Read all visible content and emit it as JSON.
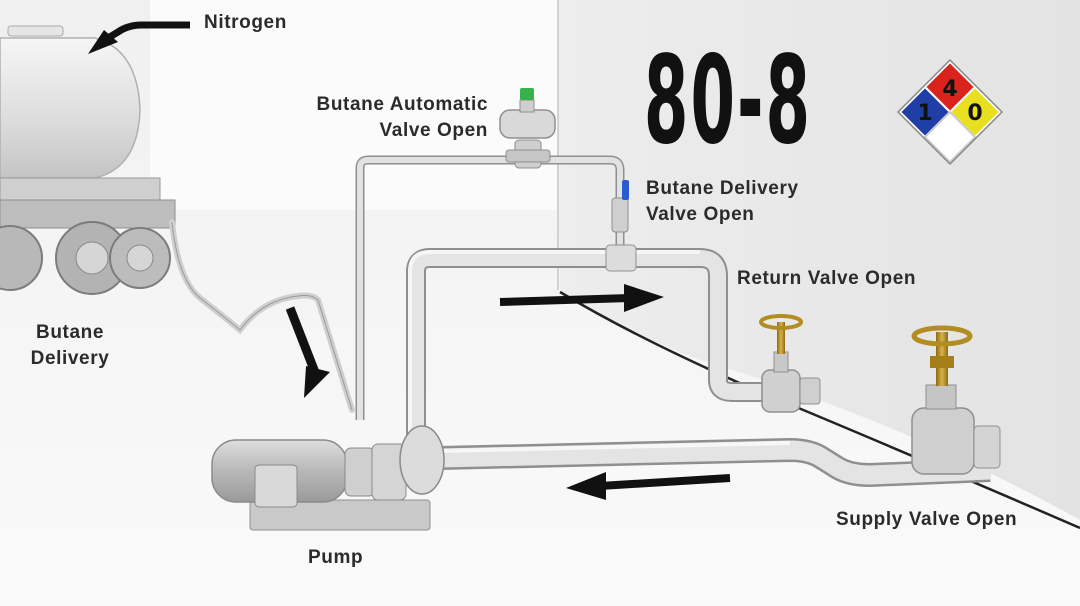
{
  "labels": {
    "nitrogen": "Nitrogen",
    "butane_auto_valve": [
      "Butane Automatic",
      "Valve Open"
    ],
    "butane_delivery_valve": [
      "Butane Delivery",
      "Valve Open"
    ],
    "return_valve": "Return Valve Open",
    "butane_delivery": [
      "Butane",
      "Delivery"
    ],
    "pump": "Pump",
    "supply_valve": "Supply Valve Open"
  },
  "tank_marking": "80-8",
  "nfpa_diamond": {
    "health": "1",
    "flammability": "4",
    "instability": "0",
    "colors": {
      "health": "#1f3fa6",
      "flammability": "#d9231c",
      "instability": "#e8df1e",
      "special": "#ffffff"
    }
  },
  "colors": {
    "pipe": "#d9d9d9",
    "pipe_edge": "#8f8f8f",
    "valve_gold": "#b28d22",
    "arrow": "#111111",
    "auto_valve_indicator": "#35b34a",
    "delivery_valve_handle": "#2a5bd1"
  }
}
